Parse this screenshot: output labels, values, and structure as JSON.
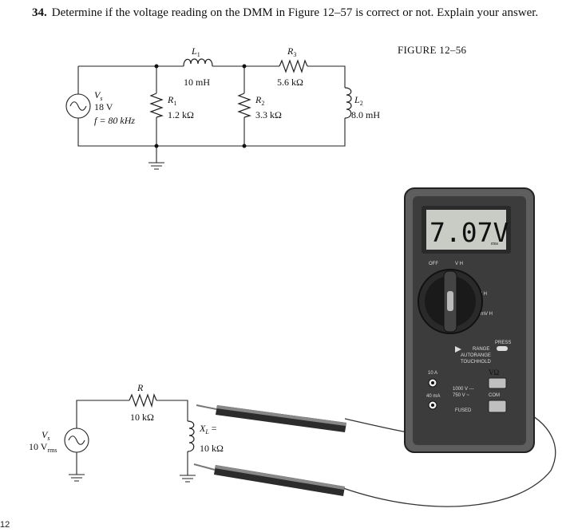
{
  "question": {
    "number": "34.",
    "text": "Determine if the voltage reading on the DMM in Figure 12–57 is correct or not. Explain your answer."
  },
  "figure_caption": "FIGURE 12–56",
  "page_number": "12",
  "circuit_top": {
    "source": {
      "name": "V",
      "sub": "s",
      "voltage": "18 V",
      "frequency": "f = 80 kHz"
    },
    "L1": {
      "name": "L",
      "sub": "1",
      "value": "10 mH"
    },
    "R3": {
      "name": "R",
      "sub": "3",
      "value": "5.6 kΩ"
    },
    "R1": {
      "name": "R",
      "sub": "1",
      "value": "1.2 kΩ"
    },
    "R2": {
      "name": "R",
      "sub": "2",
      "value": "3.3 kΩ"
    },
    "L2": {
      "name": "L",
      "sub": "2",
      "value": "8.0 mH"
    }
  },
  "circuit_bottom": {
    "source": {
      "name": "V",
      "sub": "s",
      "value": "10 V",
      "unit_sub": "rms"
    },
    "R": {
      "name": "R",
      "value": "10 kΩ"
    },
    "XL": {
      "name": "X",
      "sub": "L",
      "eq": " =",
      "value": "10 kΩ"
    }
  },
  "dmm": {
    "display": "7.07V",
    "display_unit": "rms",
    "off_label": "OFF",
    "dial_labels": [
      "V H",
      "V H",
      "mV H"
    ],
    "range_labels": [
      "PRESS",
      "RANGE",
      "AUTORANGE",
      "TOUCHHOLD"
    ],
    "terminals": [
      "10 A",
      "40 mA",
      "VΩ",
      "COM"
    ],
    "warnings": [
      "1000 V ---",
      "750 V ~"
    ],
    "fused": "FUSED"
  }
}
